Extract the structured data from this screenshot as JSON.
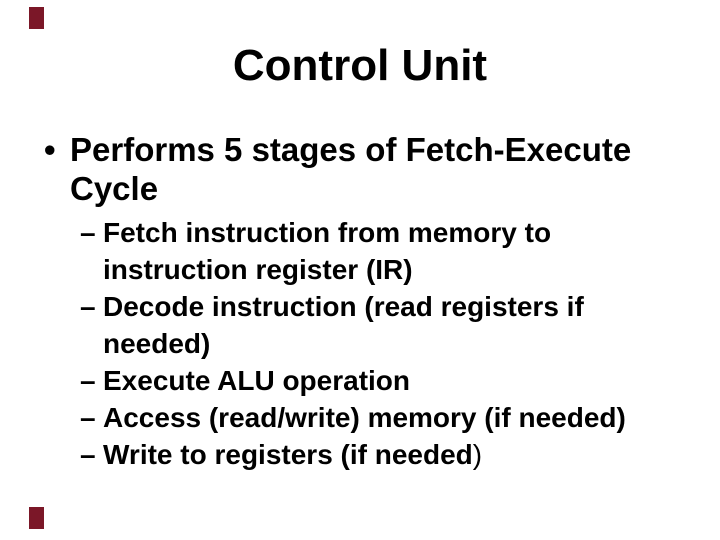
{
  "slide": {
    "accent_color": "#7b1728",
    "title": "Control Unit",
    "bullet": {
      "marker": "•",
      "lines": [
        "Performs 5 stages of Fetch-Execute",
        "Cycle"
      ]
    },
    "sub_bullets": [
      {
        "marker": "–",
        "lines": [
          "Fetch instruction from memory to",
          "instruction register (IR)"
        ]
      },
      {
        "marker": "–",
        "lines": [
          "Decode instruction (read registers if",
          "needed)"
        ]
      },
      {
        "marker": "–",
        "lines": [
          "Execute ALU operation"
        ]
      },
      {
        "marker": "–",
        "lines": [
          "Access (read/write) memory (if needed)"
        ]
      },
      {
        "marker": "–",
        "lines": [
          "Write to registers (if needed"
        ],
        "suffix_regular": ")"
      }
    ]
  }
}
